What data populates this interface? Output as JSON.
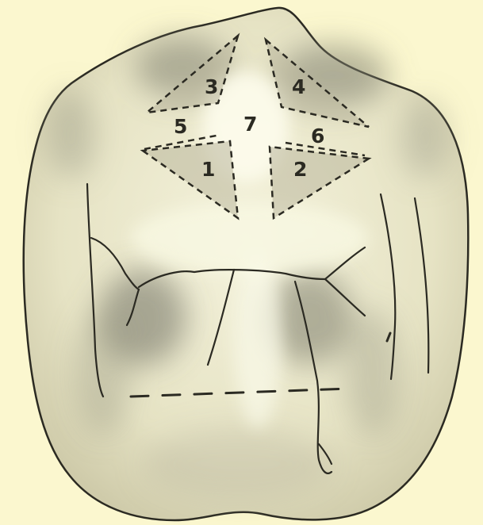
{
  "figure": {
    "zones": [
      {
        "id": "1",
        "label": "1"
      },
      {
        "id": "2",
        "label": "2"
      },
      {
        "id": "3",
        "label": "3"
      },
      {
        "id": "4",
        "label": "4"
      },
      {
        "id": "5",
        "label": "5"
      },
      {
        "id": "6",
        "label": "6"
      },
      {
        "id": "7",
        "label": "7"
      }
    ],
    "colors": {
      "background": "#fbf7cf",
      "tooth_fill": "#ebe8cb",
      "outline": "#2b2a22",
      "shading": "#8f8f7c",
      "light_area": "#fbfae6"
    }
  }
}
